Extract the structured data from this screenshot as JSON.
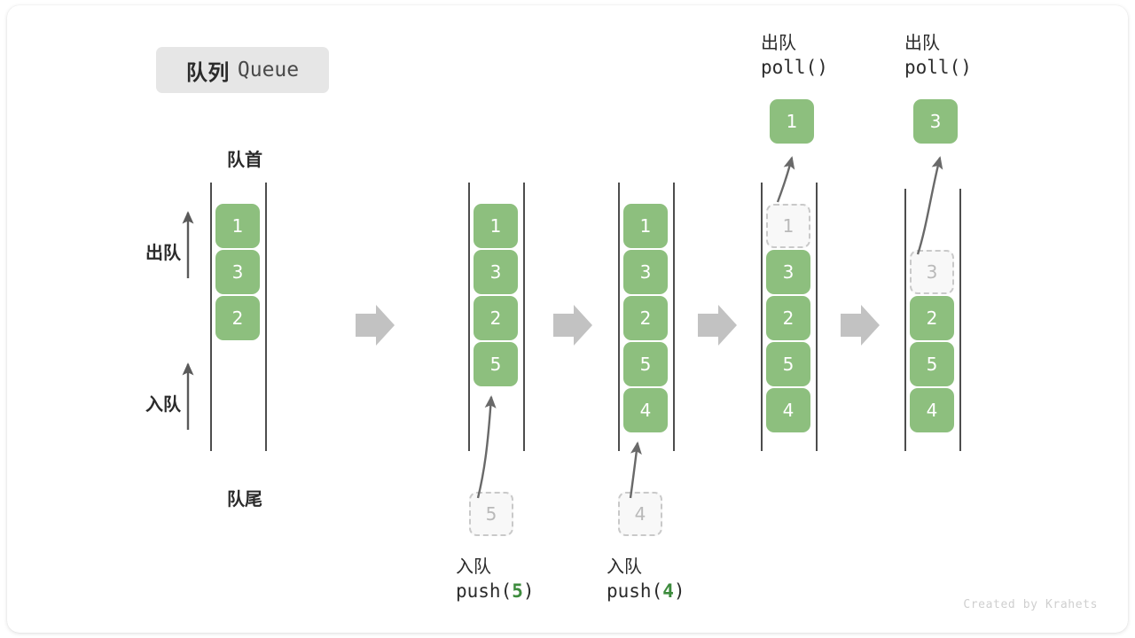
{
  "title": {
    "cn": "队列",
    "en": "Queue"
  },
  "axis_labels": {
    "front": "队首",
    "rear": "队尾",
    "dequeue": "出队",
    "enqueue": "入队"
  },
  "colors": {
    "element_fill": "#8dbf7e",
    "element_text": "#ffffff",
    "ghost_fill": "#f8f8f8",
    "ghost_border": "#c9c9c9",
    "ghost_text": "#b9b9b9",
    "rail": "#4d4d4d",
    "flow_arrow": "#c2c2c2",
    "op_arrow": "#696969",
    "chip_bg": "#e6e6e6",
    "highlight_number": "#3d8b3d"
  },
  "steps": [
    {
      "id": "initial",
      "operation_cn": "",
      "operation_code": "",
      "cells": [
        "1",
        "3",
        "2"
      ],
      "ghost_in_queue": null,
      "pending": null,
      "popped": null
    },
    {
      "id": "push-5",
      "operation_cn": "入队",
      "operation_code": "push(5)",
      "operation_arg": "5",
      "cells": [
        "1",
        "3",
        "2",
        "5"
      ],
      "ghost_in_queue": null,
      "pending": "5",
      "popped": null
    },
    {
      "id": "push-4",
      "operation_cn": "入队",
      "operation_code": "push(4)",
      "operation_arg": "4",
      "cells": [
        "1",
        "3",
        "2",
        "5",
        "4"
      ],
      "ghost_in_queue": null,
      "pending": "4",
      "popped": null
    },
    {
      "id": "poll-1",
      "operation_cn": "出队",
      "operation_code": "poll()",
      "cells": [
        "3",
        "2",
        "5",
        "4"
      ],
      "ghost_in_queue": "1",
      "pending": null,
      "popped": "1"
    },
    {
      "id": "poll-3",
      "operation_cn": "出队",
      "operation_code": "poll()",
      "cells": [
        "2",
        "5",
        "4"
      ],
      "ghost_in_queue": "3",
      "pending": null,
      "popped": "3"
    }
  ],
  "cell_values": {
    "q1": [
      "1",
      "3",
      "2"
    ],
    "q2": [
      "1",
      "3",
      "2",
      "5"
    ],
    "q3": [
      "1",
      "3",
      "2",
      "5",
      "4"
    ],
    "q4_ghost": "1",
    "q4": [
      "3",
      "2",
      "5",
      "4"
    ],
    "q5_ghost": "3",
    "q5": [
      "2",
      "5",
      "4"
    ],
    "pending2": "5",
    "pending3": "4",
    "popped4": "1",
    "popped5": "3"
  },
  "op_labels": {
    "push5_cn": "入队",
    "push5_code_pre": "push(",
    "push5_code_num": "5",
    "push5_code_post": ")",
    "push4_cn": "入队",
    "push4_code_pre": "push(",
    "push4_code_num": "4",
    "push4_code_post": ")",
    "poll1_cn": "出队",
    "poll1_code": "poll()",
    "poll2_cn": "出队",
    "poll2_code": "poll()"
  },
  "watermark": "Created by Krahets"
}
